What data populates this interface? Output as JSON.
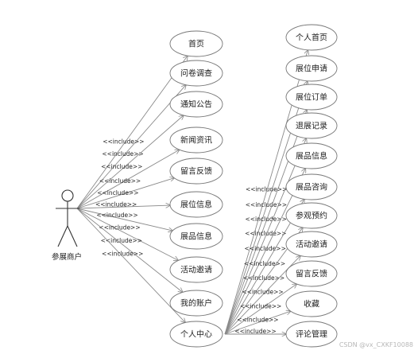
{
  "actor": {
    "name": "参展商户",
    "icon": "stick-figure-actor-icon"
  },
  "left_use_cases": [
    "首页",
    "问卷调查",
    "通知公告",
    "新闻资讯",
    "留言反馈",
    "展位信息",
    "展品信息",
    "活动邀请",
    "我的账户",
    "个人中心"
  ],
  "right_use_cases": [
    "个人首页",
    "展位申请",
    "展位订单",
    "退展记录",
    "展品信息",
    "展品咨询",
    "参观预约",
    "活动邀请",
    "留言反馈",
    "收藏",
    "评论管理"
  ],
  "relation_label": "<<include>>",
  "watermark": "CSDN @vx_CXKF10088",
  "colors": {
    "line": "#8a8a8a",
    "ellipse_fill": "#ffffff",
    "text": "#222222"
  }
}
